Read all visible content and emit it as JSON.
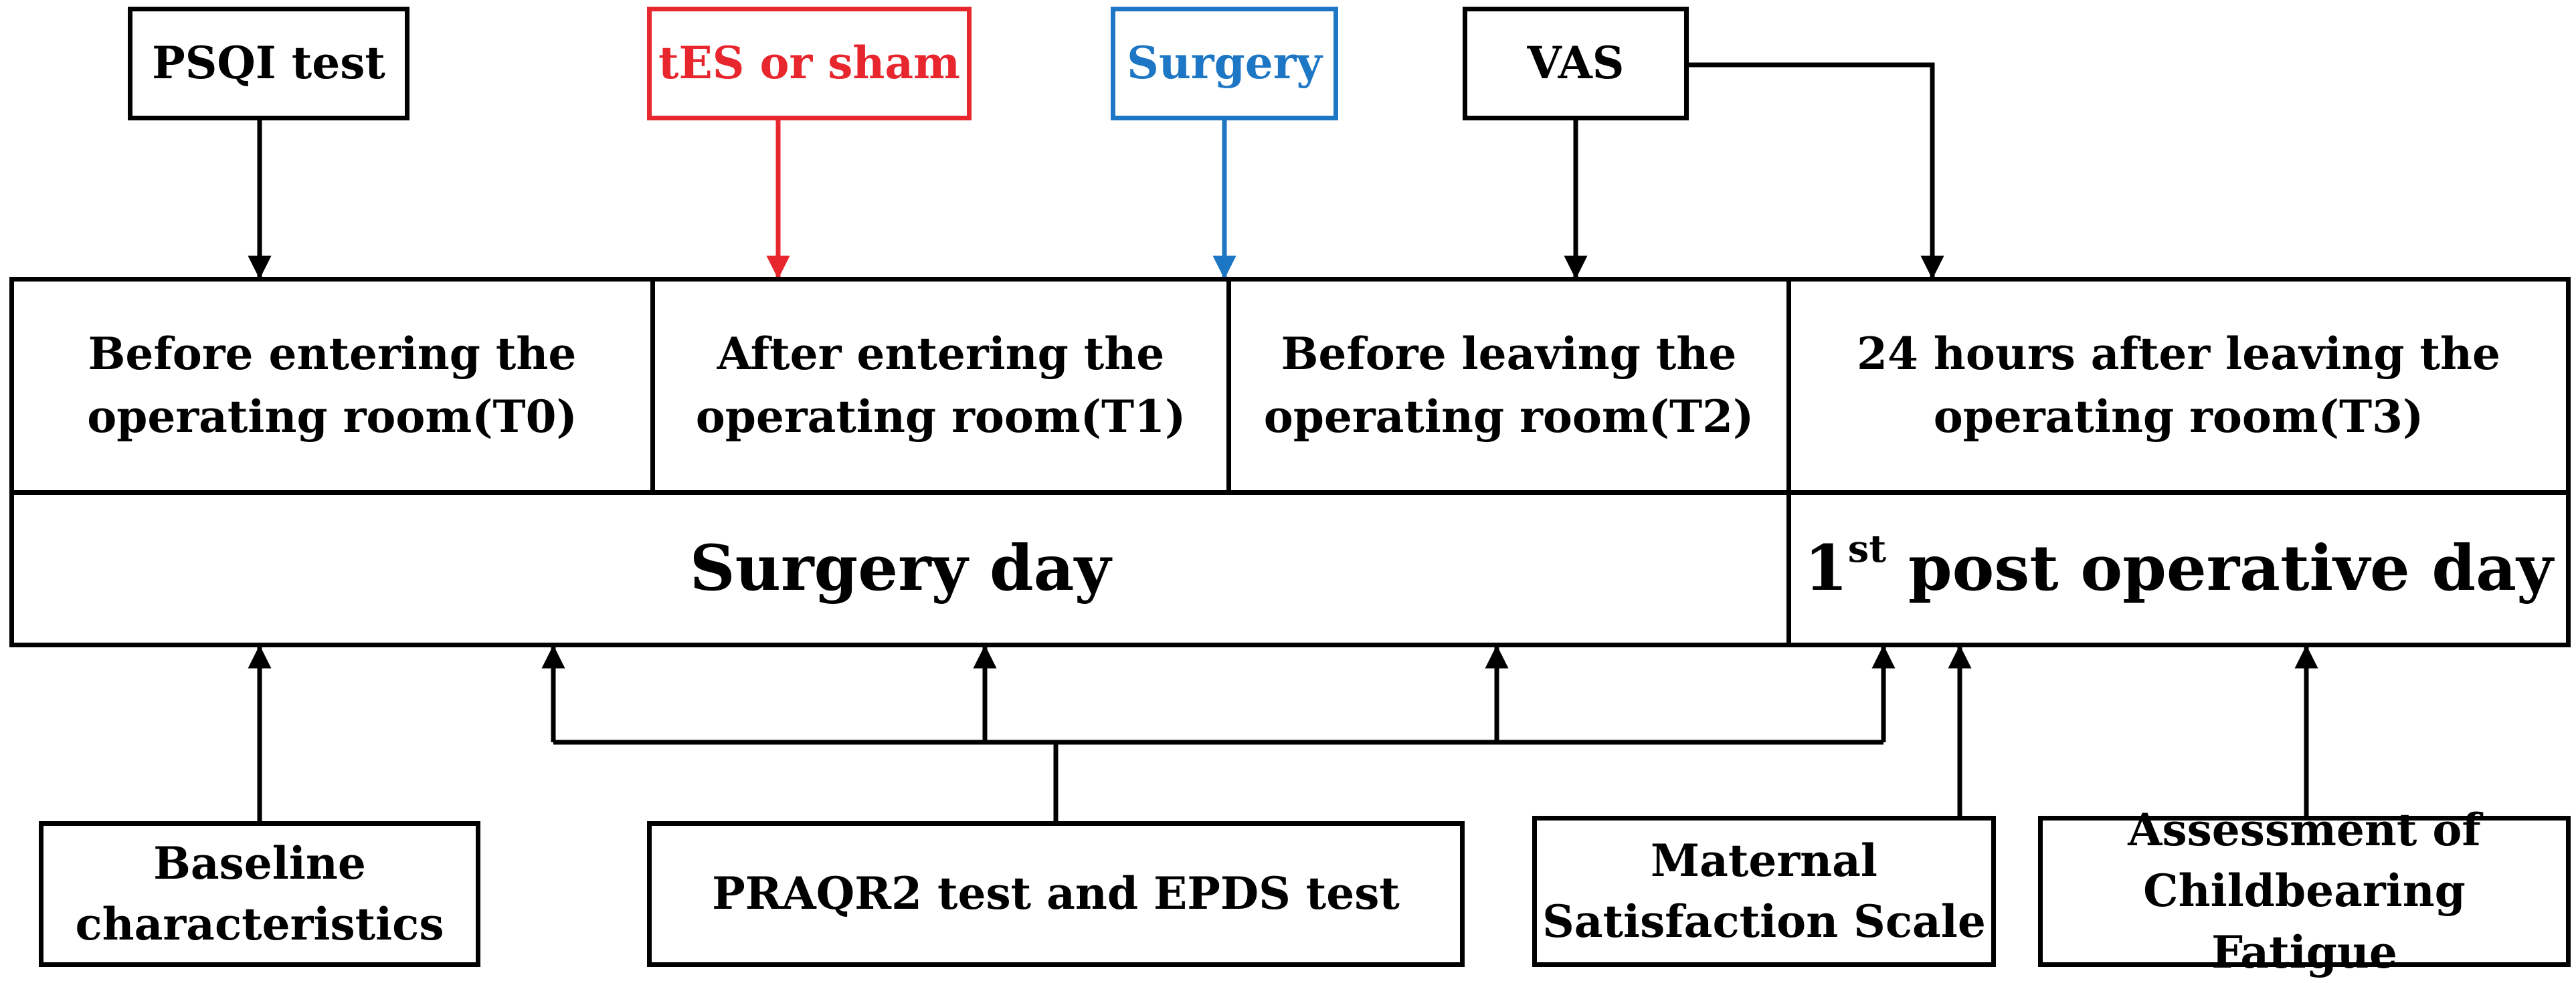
{
  "colors": {
    "red": "#e8262d",
    "blue": "#1d77c5",
    "black": "#000000"
  },
  "top_boxes": {
    "psqi": "PSQI test",
    "tes": "tES or sham",
    "surgery": "Surgery",
    "vas": "VAS"
  },
  "timepoints": {
    "t0": "Before entering the\noperating room(T0)",
    "t1": "After entering the\noperating room(T1)",
    "t2": "Before leaving the\noperating room(T2)",
    "t3": "24 hours after leaving the\noperating room(T3)"
  },
  "days": {
    "surgery_day": "Surgery day",
    "post_op_prefix": "1",
    "post_op_sup": "st",
    "post_op_suffix": " post operative day"
  },
  "bottom_boxes": {
    "baseline": "Baseline\ncharacteristics",
    "praqr2": "PRAQR2 test and EPDS test",
    "maternal": "Maternal\nSatisfaction Scale",
    "fatigue": "Assessment of\nChildbearing Fatigue"
  }
}
